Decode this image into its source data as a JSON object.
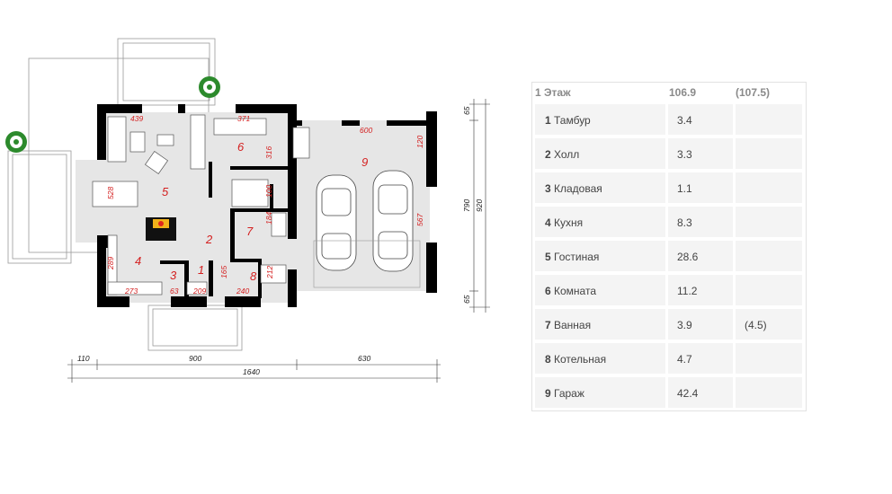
{
  "floor_table": {
    "header": {
      "floor": "1 Этаж",
      "area": "106.9",
      "area_alt": "(107.5)"
    },
    "rows": [
      {
        "num": "1",
        "name": "Тамбур",
        "area": "3.4",
        "alt": ""
      },
      {
        "num": "2",
        "name": "Холл",
        "area": "3.3",
        "alt": ""
      },
      {
        "num": "3",
        "name": "Кладовая",
        "area": "1.1",
        "alt": ""
      },
      {
        "num": "4",
        "name": "Кухня",
        "area": "8.3",
        "alt": ""
      },
      {
        "num": "5",
        "name": "Гостиная",
        "area": "28.6",
        "alt": ""
      },
      {
        "num": "6",
        "name": "Комната",
        "area": "11.2",
        "alt": ""
      },
      {
        "num": "7",
        "name": "Ванная",
        "area": "3.9",
        "alt": "(4.5)"
      },
      {
        "num": "8",
        "name": "Котельная",
        "area": "4.7",
        "alt": ""
      },
      {
        "num": "9",
        "name": "Гараж",
        "area": "42.4",
        "alt": ""
      }
    ]
  },
  "plan": {
    "room_numbers": [
      "1",
      "2",
      "3",
      "4",
      "5",
      "6",
      "7",
      "8",
      "9"
    ],
    "dimensions": {
      "d439": "439",
      "d371": "371",
      "d600": "600",
      "d120": "120",
      "d316": "316",
      "d528": "528",
      "d100": "100",
      "d184": "184",
      "d567": "567",
      "d289": "289",
      "d165": "165",
      "d212": "212",
      "d273": "273",
      "d63": "63",
      "d209": "209",
      "d240": "240"
    },
    "overall": {
      "d110": "110",
      "d900": "900",
      "d630": "630",
      "d1640": "1640",
      "d65a": "65",
      "d790": "790",
      "d920": "920",
      "d65b": "65"
    }
  },
  "colors": {
    "wall": "#000000",
    "floor": "#e6e6e6",
    "dim_red": "#d42020",
    "terrace": "#9a9a9a"
  }
}
